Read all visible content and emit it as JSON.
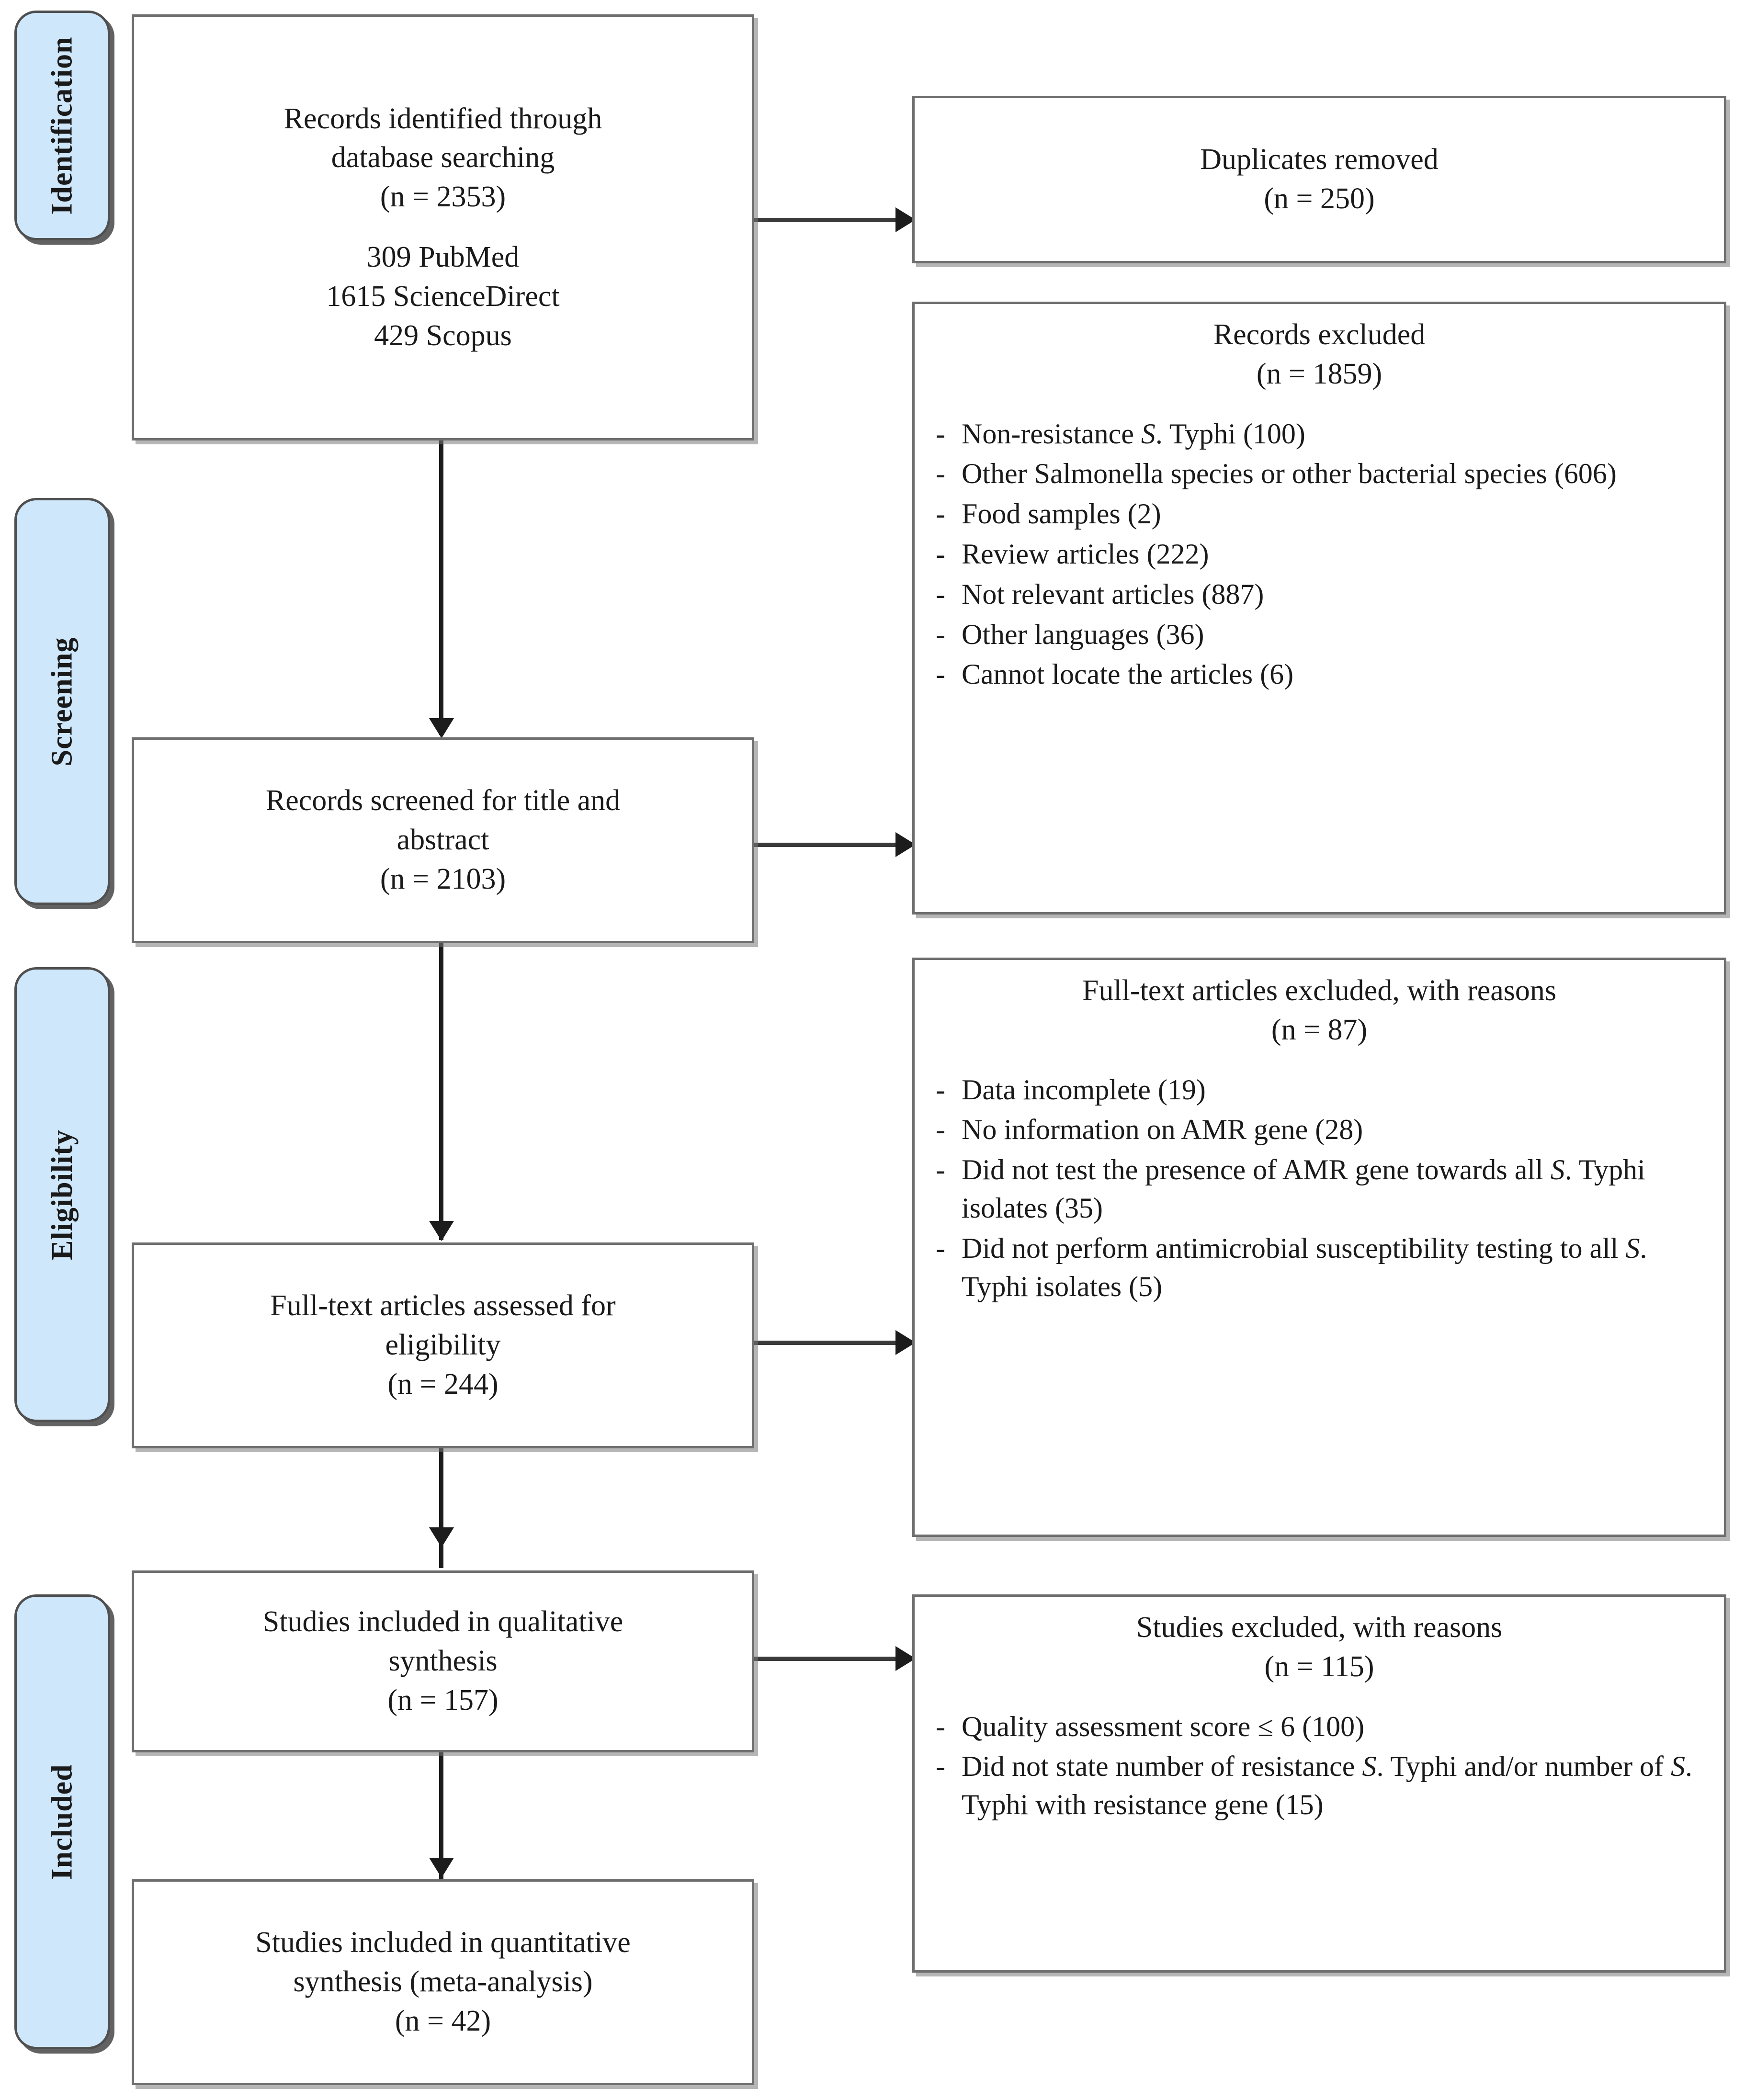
{
  "diagram": {
    "title": "PRISMA flow diagram",
    "accent_blue": "#cfe7fa",
    "box_border": "#6e6e6e",
    "connector_color": "#1c1c1c"
  },
  "stages": [
    {
      "id": "identification",
      "label": "Identification"
    },
    {
      "id": "screening",
      "label": "Screening"
    },
    {
      "id": "eligibility",
      "label": "Eligibility"
    },
    {
      "id": "included",
      "label": "Included"
    }
  ],
  "boxes": {
    "identified": {
      "lines": [
        "Records identified through",
        "database searching",
        "(n = 2353)"
      ],
      "sources": [
        "309 PubMed",
        "1615 ScienceDirect",
        "429 Scopus"
      ]
    },
    "duplicates": {
      "lines": [
        "Duplicates removed",
        "(n = 250)"
      ]
    },
    "records_excluded": {
      "heading": "Records excluded",
      "count": "(n = 1859)",
      "items": [
        {
          "pre": "Non-resistance ",
          "italic": "S",
          "post": ". Typhi (100)"
        },
        {
          "pre": "Other Salmonella species or other bacterial species (606)",
          "italic": "",
          "post": ""
        },
        {
          "pre": "Food samples (2)",
          "italic": "",
          "post": ""
        },
        {
          "pre": "Review articles (222)",
          "italic": "",
          "post": ""
        },
        {
          "pre": "Not relevant articles (887)",
          "italic": "",
          "post": ""
        },
        {
          "pre": "Other languages (36)",
          "italic": "",
          "post": ""
        },
        {
          "pre": "Cannot locate the articles (6)",
          "italic": "",
          "post": ""
        }
      ]
    },
    "screened": {
      "lines": [
        "Records screened for title and",
        "abstract",
        "(n = 2103)"
      ]
    },
    "fulltext_excluded": {
      "heading": "Full-text articles excluded, with reasons",
      "count": "(n = 87)",
      "items": [
        {
          "pre": "Data incomplete (19)",
          "italic": "",
          "post": ""
        },
        {
          "pre": "No information on AMR gene (28)",
          "italic": "",
          "post": ""
        },
        {
          "pre": "Did not test the presence of AMR gene towards all ",
          "italic": "S",
          "post": ". Typhi isolates (35)"
        },
        {
          "pre": "Did not perform antimicrobial susceptibility testing to all ",
          "italic": "S",
          "post": ". Typhi isolates (5)"
        }
      ]
    },
    "fulltext_assessed": {
      "lines": [
        "Full-text articles assessed for",
        "eligibility",
        "(n = 244)"
      ]
    },
    "qualitative": {
      "lines": [
        "Studies included in qualitative",
        "synthesis",
        "(n = 157)"
      ]
    },
    "studies_excluded": {
      "heading": "Studies excluded, with reasons",
      "count": "(n = 115)",
      "items": [
        {
          "pre": "Quality assessment score ≤ 6 (100)",
          "italic": "",
          "post": ""
        },
        {
          "pre": "Did not state number of resistance ",
          "italic": "S",
          "post": ". Typhi and/or number of S. Typhi with resistance gene (15)"
        }
      ]
    },
    "quantitative": {
      "lines": [
        "Studies included in quantitative",
        "synthesis (meta-analysis)",
        "(n = 42)"
      ]
    }
  },
  "bullet_marker": "-"
}
